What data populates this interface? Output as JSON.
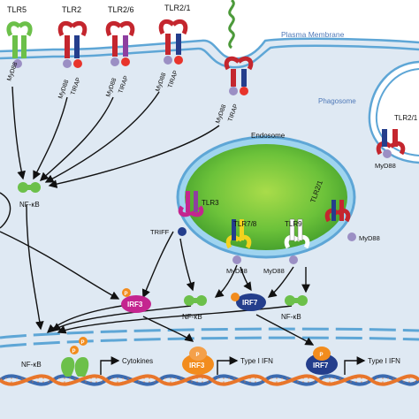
{
  "compartments": {
    "plasma_membrane": "Plasma Membrane",
    "phagosome": "Phagosome",
    "endosome": "Endosome"
  },
  "receptors": {
    "tlr5": "TLR5",
    "tlr2": "TLR2",
    "tlr2_6": "TLR2/6",
    "tlr2_1_surface": "TLR2/1",
    "tlr3": "TLR3",
    "tlr7_8": "TLR7/8",
    "tlr9": "TLR9",
    "tlr2_1_endosome": "TLR2/1",
    "tlr2_1_phagosome": "TLR2/1"
  },
  "adaptors": {
    "myd88": "MyD88",
    "tirap": "TIRAP",
    "triff": "TRIFF"
  },
  "factors": {
    "nfkb": "NF-κB",
    "irf3": "IRF3",
    "irf7": "IRF7",
    "phospho": "P"
  },
  "outputs": {
    "cytokines": "Cytokines",
    "type1_ifn": "Type I IFN"
  },
  "colors": {
    "background": "#dfe9f3",
    "membrane": "#5ea6d6",
    "endosome_fill": "#5fbd2f",
    "nfkb_green": "#6cc04a",
    "irf3_magenta": "#c4258f",
    "irf7_navy": "#243e8c",
    "phospho_orange": "#f28c1e",
    "myd88_lavender": "#9b8fc4",
    "receptor_red": "#c4262e",
    "dna_blue": "#3b6bb0",
    "dna_orange": "#e8762b"
  }
}
